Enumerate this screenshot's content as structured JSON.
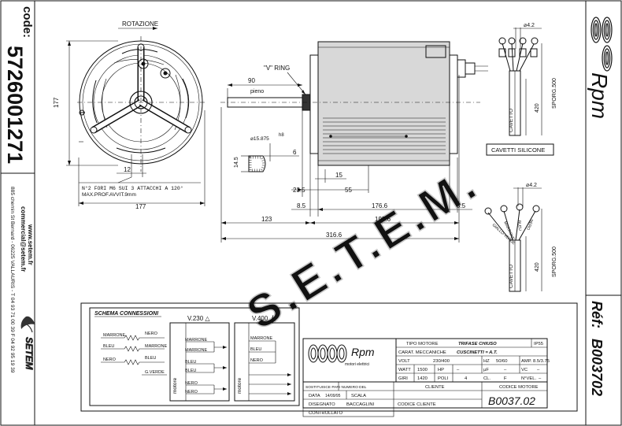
{
  "left_strip": {
    "code_label": "code:",
    "code_value": "5726001271",
    "website": "www.setem.fr",
    "email": "commercial@setem.fr",
    "address": "885 chemin St Bernard - 06225 VALLAURIS - T 04 93 71 00 39 F 04 92 95 19 39",
    "brand": "SETEM"
  },
  "right_strip": {
    "logo_text": "Rpm",
    "ref_label": "Réf:",
    "ref_value": "B003702"
  },
  "watermark": "S.E.T.E.M.",
  "front_view": {
    "title": "ROTAZIONE",
    "dim_width": "177",
    "dim_height": "177",
    "dim_12": "12",
    "note_holes": "N°2 FORI M6 SUI 3 ATTACCHI A 120°",
    "note_depth": "MAX.PROF.AVVIT.9mm"
  },
  "side_view": {
    "v_ring": "\"V\" RING",
    "dim_90": "90",
    "pieno": "pieno",
    "dim_shaft": "⌀15.875",
    "tol": "h8",
    "dim_14_5": "14.5",
    "dim_6": "6",
    "dim_15": "15",
    "dim_23_5": "23.5",
    "dim_55": "55",
    "dim_8_5_left": "8.5",
    "dim_176_6": "176.6",
    "dim_8_5_right": "8.5",
    "dim_123": "123",
    "dim_193_6": "193.6",
    "dim_316_6": "316.6"
  },
  "cables": {
    "dia_top": "⌀4.2",
    "dia_bottom": "⌀4.2",
    "cavetto": "CAVETTO",
    "len_420": "420",
    "sporg": "SPORG.500",
    "cavetti_label": "CAVETTI SILICONE",
    "wire_labels": [
      "GIALLO-VERDE",
      "MARRONE",
      "BLEU",
      "NERO"
    ]
  },
  "schema": {
    "title": "SCHEMA CONNESSIONI",
    "v230": "V.230 △",
    "v400": "V.400 人",
    "motore": "motore",
    "left_wires": [
      "MARRONE",
      "BLEU",
      "NERO",
      "NERO",
      "MARRONE",
      "BLEU"
    ],
    "gverde": "G.VERDE",
    "v230_wires": [
      "MARRONE",
      "MARRONE",
      "BLEU",
      "BLEU",
      "NERO",
      "NERO"
    ],
    "v400_wires": [
      "MARRONE",
      "BLEU",
      "NERO"
    ]
  },
  "title_block": {
    "brand": "Rpm",
    "brand_sub": "motori elettrici",
    "tipo_motore_label": "TIPO MOTORE",
    "tipo_motore_value": "TRIFASE CHIUSO",
    "ip": "IP55",
    "carat_label": "CARAT. MECCANICHE",
    "carat_value": "CUSCINETTI = A.T.",
    "volt_label": "VOLT",
    "volt_value": "230/400",
    "hz_label": "HZ",
    "hz_value": "50/60",
    "amp_label": "AMP.",
    "amp_value": "8.5/3.75",
    "watt_label": "WATT",
    "watt_value": "1500",
    "hp_label": "HP",
    "hp_value": "–",
    "uf_label": "µF",
    "uf_value": "–",
    "vc_label": "VC",
    "vc_value": "–",
    "giri_label": "GIRI",
    "giri_value": "1420",
    "poli_label": "POLI",
    "poli_value": "4",
    "cl_label": "CL.",
    "cl_value": "F",
    "wvel_label": "N°VEL.",
    "wvel_value": "–",
    "sostituisce": "SOSTITUISCE PARI NUMERO DEL",
    "cliente": "CLIENTE",
    "codice_motore_label": "CODICE MOTORE",
    "data_label": "DATA",
    "data_value": "14/09/95",
    "scala_label": "SCALA",
    "disegnato_label": "DISEGNATO",
    "disegnato_value": "BACCAGLINI",
    "controllato_label": "CONTROLLATO",
    "codice_cliente_label": "CODICE CLIENTE",
    "codice_motore_value": "B0037.02"
  }
}
